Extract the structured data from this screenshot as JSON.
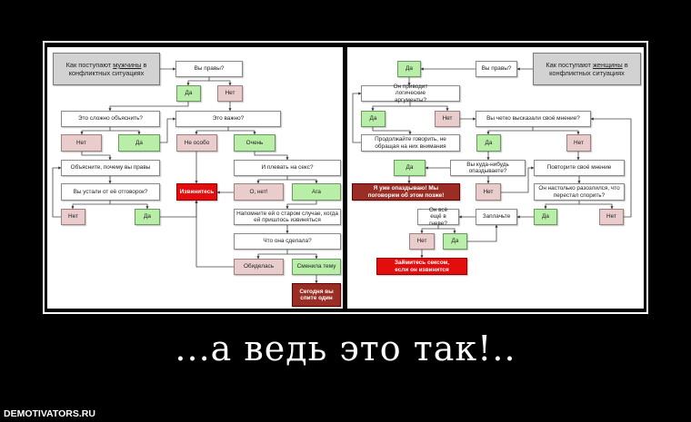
{
  "caption": "...а ведь это так!..",
  "watermark": "DEMOTIVATORS.RU",
  "colors": {
    "yes": "#b8eea8",
    "no": "#e9cccc",
    "alert": "#e30d0d",
    "final": "#9a2e25",
    "title": "#d2d2d2"
  },
  "men": {
    "title_pre": "Как поступают",
    "title_em": "мужчины",
    "title_post": "в конфликтных ситуациях",
    "q_right": "Вы правы?",
    "yes1": "Да",
    "no1": "Нет",
    "q_hard": "Это сложно объяснить?",
    "q_important": "Это важно?",
    "no2": "Нет",
    "yes2": "Да",
    "not_really": "Не особо",
    "very": "Очень",
    "explain": "Объясните, почему вы правы",
    "q_sex": "И плевать на секс?",
    "q_tired": "Вы устали от её отговорок?",
    "apologize": "Извинитесь",
    "oh_no": "О, нет!",
    "yeah": "Ага",
    "no3": "Нет",
    "yes3": "Да",
    "remind": "Напомните ей о старом случае, когда ей пришлось извиняться",
    "q_what": "Что она сделала?",
    "offended": "Обиделась",
    "changed": "Сменила тему",
    "sleep_alone": "Сегодня вы спите один"
  },
  "women": {
    "title_pre": "Как поступают",
    "title_em": "женщины",
    "title_post": "в конфликтных ситуациях",
    "q_right": "Вы правы?",
    "yes1": "Да",
    "q_logic": "Он приводит логические аргументы?",
    "yes2": "Да",
    "no2": "Нет",
    "q_clear": "Вы четко высказали своё мнение?",
    "keep_talking": "Продолжайте говорить, не обращая на них внимания",
    "yes3": "Да",
    "no3": "Нет",
    "yes4": "Да",
    "q_late": "Вы куда-нибудь опаздываете?",
    "repeat": "Повторите своё мнение",
    "late": "Я уже опаздываю! Мы поговорим об этом позже!",
    "no4": "Нет",
    "q_angry_stop": "Он настолько разозлился, что перестал спорить?",
    "q_still_angry": "Он всё ещё в гневе?",
    "cry": "Заплачьте",
    "yes5": "Да",
    "no5": "Нет",
    "no6": "Нет",
    "yes6": "Да",
    "sex": "Займитесь сексом, если он извинится"
  }
}
